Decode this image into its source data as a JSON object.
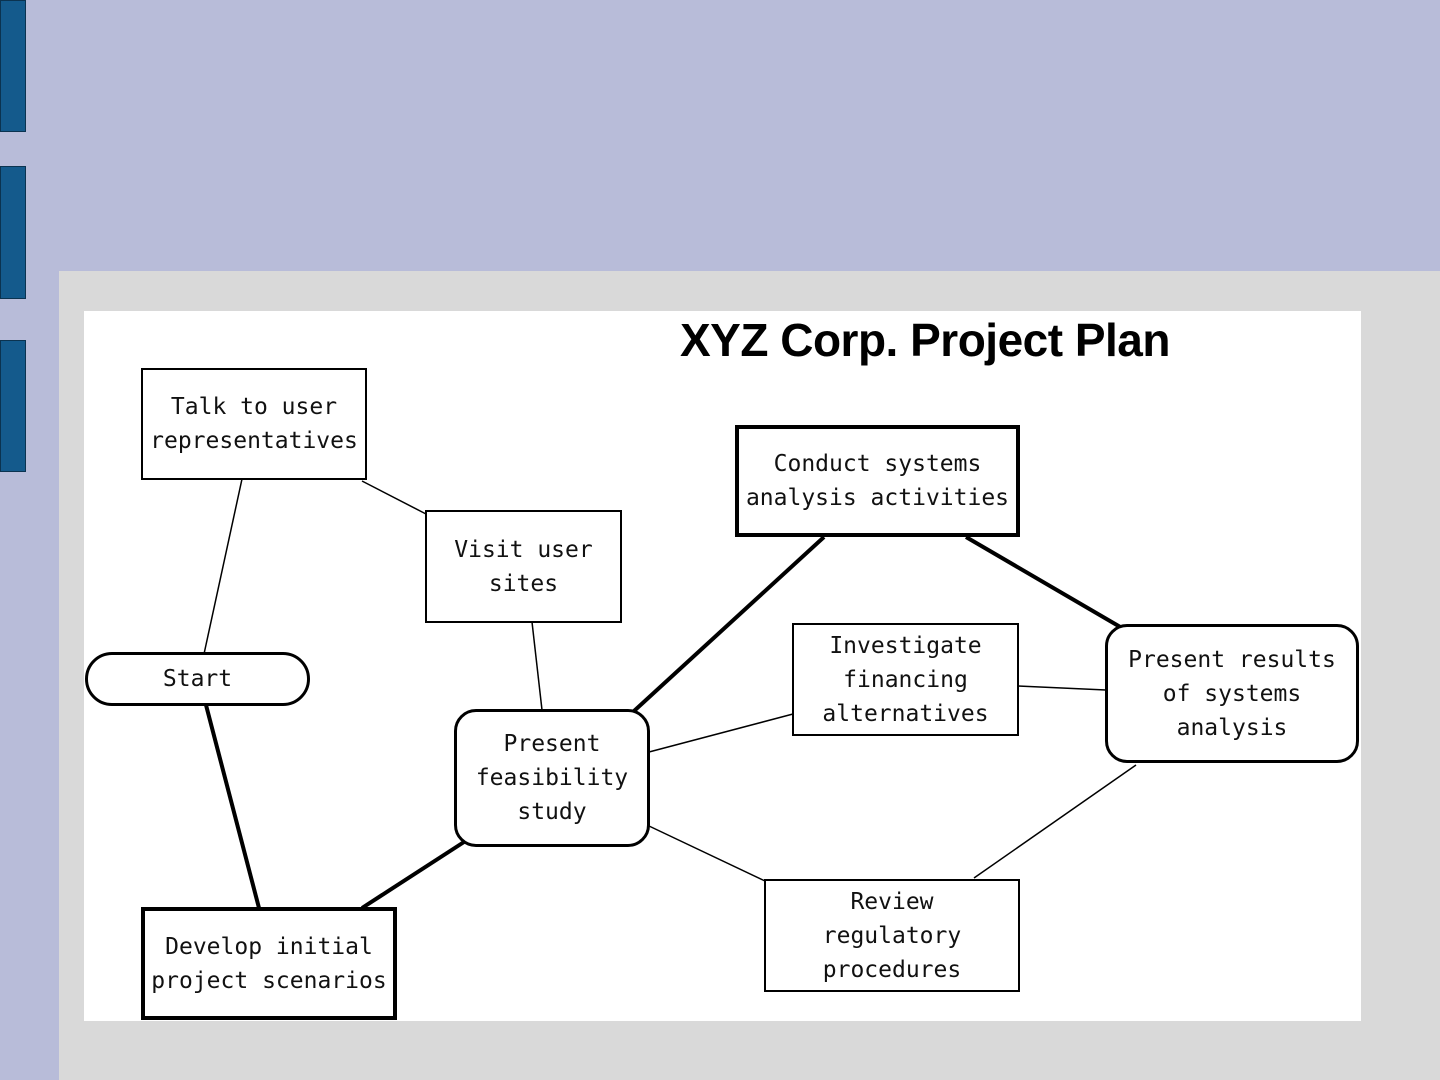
{
  "slide": {
    "title": "XYZ Corp. Project Plan",
    "colors": {
      "background": "#b8bcd9",
      "side_tab": "#145a8c",
      "panel": "#d9d9d9",
      "diagram_bg": "#ffffff"
    }
  },
  "nodes": {
    "talk_to_user": "Talk to user\nrepresentatives",
    "visit_user_sites": "Visit user\nsites",
    "start": "Start",
    "develop_scenarios": "Develop initial\nproject scenarios",
    "present_feasibility": "Present\nfeasibility\nstudy",
    "conduct_analysis": "Conduct systems\nanalysis activities",
    "investigate_financing": "Investigate\nfinancing\nalternatives",
    "review_regulatory": "Review\nregulatory\nprocedures",
    "present_results": "Present results\nof systems\nanalysis"
  }
}
